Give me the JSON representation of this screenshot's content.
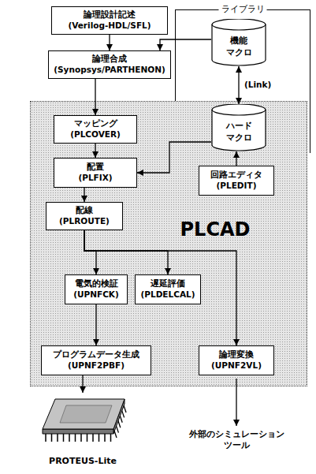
{
  "diagram": {
    "nodes": [
      {
        "text": [
          "論理設計記述",
          "(Verilog-HDL/SFL)"
        ]
      },
      {
        "text": [
          "ライブラリ"
        ]
      },
      {
        "text": [
          "機能 マクロ"
        ],
        "in": 1
      },
      {
        "text": [
          "論理合成",
          "(Synopsys/PARTHENON)"
        ]
      },
      {
        "text": [
          "PLCAD"
        ]
      },
      {
        "text": [
          "ハード マクロ"
        ],
        "in": 1
      },
      {
        "text": [
          "マッピング",
          "(PLCOVER)"
        ],
        "in": 4
      },
      {
        "text": [
          "配置",
          "(PLFIX)"
        ],
        "in": 4
      },
      {
        "text": [
          "回路エディタ",
          "(PLEDIT)"
        ],
        "in": 4
      },
      {
        "text": [
          "配線",
          "(PLROUTE)"
        ],
        "in": 4
      },
      {
        "text": [
          "電気的検証",
          "(UPNFCK)"
        ],
        "in": 4
      },
      {
        "text": [
          "遅延評価",
          "(PLDELCAL)"
        ],
        "in": 4
      },
      {
        "text": [
          "プログラムデータ生成",
          "(UPNF2PBF)"
        ],
        "in": 4
      },
      {
        "text": [
          "論理変換",
          "(UPNF2VL)"
        ],
        "in": 4
      },
      {
        "text": [
          "PROTEUS-Lite"
        ]
      }
    ],
    "edges": [
      {
        "from": 0,
        "to": 3,
        "arrow": "to"
      },
      {
        "from": 2,
        "to": 3,
        "arrow": "to"
      },
      {
        "from": 2,
        "to": 5,
        "arrow": "both",
        "label": "(Link)"
      },
      {
        "from": 3,
        "to": 6,
        "arrow": "to"
      },
      {
        "from": 6,
        "to": 7,
        "arrow": "to"
      },
      {
        "from": 5,
        "to": 7,
        "arrow": "to"
      },
      {
        "from": 8,
        "to": 5,
        "arrow": "to"
      },
      {
        "from": 7,
        "to": 9,
        "arrow": "to"
      },
      {
        "from": 9,
        "to": 10,
        "arrow": "to"
      },
      {
        "from": 9,
        "to": 11,
        "arrow": "to"
      },
      {
        "from": 9,
        "to": 13,
        "arrow": "to"
      },
      {
        "from": 10,
        "to": 12,
        "arrow": "to"
      },
      {
        "from": 12,
        "to": 14,
        "arrow": "to"
      }
    ],
    "labels": [
      "外部のシミュレーション ツール"
    ]
  }
}
